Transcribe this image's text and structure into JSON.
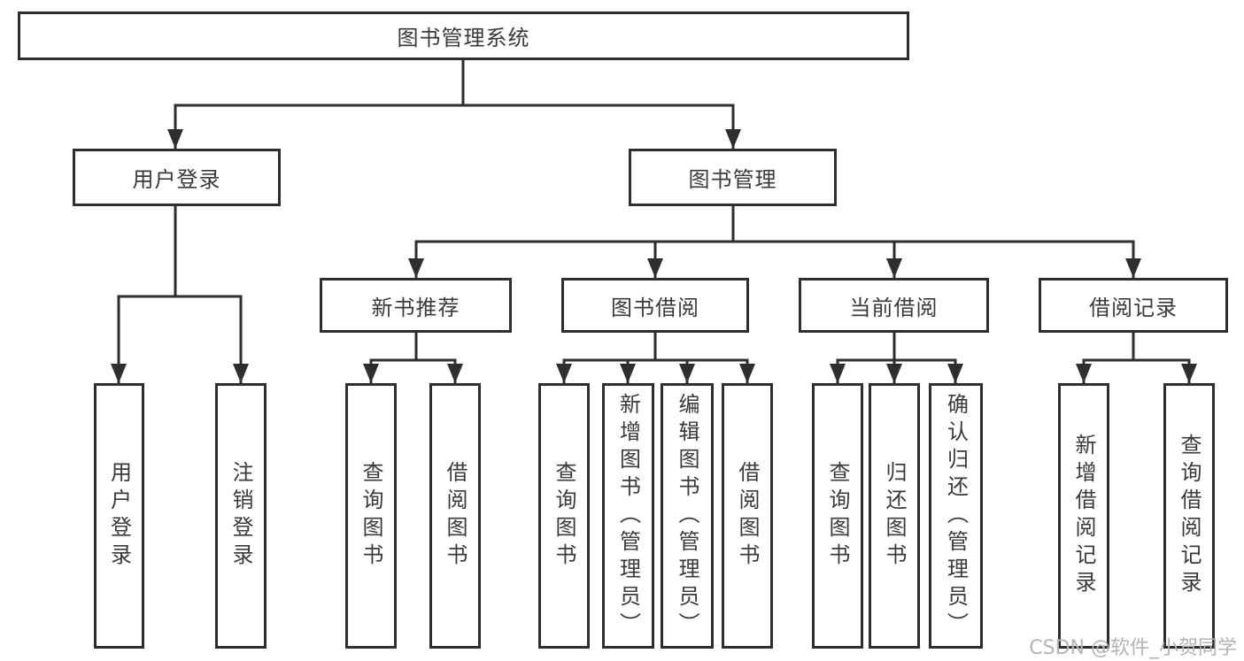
{
  "diagram": {
    "root": "图书管理系统",
    "user": {
      "label": "用户登录",
      "children": [
        "用户登录",
        "注销登录"
      ]
    },
    "book": {
      "label": "图书管理"
    },
    "sections": [
      {
        "label": "新书推荐",
        "children": [
          "查询图书",
          "借阅图书"
        ]
      },
      {
        "label": "图书借阅",
        "children": [
          "查询图书",
          "新增图书（管理员）",
          "编辑图书（管理员）",
          "借阅图书"
        ]
      },
      {
        "label": "当前借阅",
        "children": [
          "查询图书",
          "归还图书",
          "确认归还（管理员）"
        ]
      },
      {
        "label": "借阅记录",
        "children": [
          "新增借阅记录",
          "查询借阅记录"
        ]
      }
    ]
  },
  "watermark": {
    "text": "CSDN @软件_小贺同学"
  },
  "colors": {
    "line": "#2e2e2e",
    "border": "#2e2e2e",
    "text": "#3a3a3a",
    "watermark": "#b4b4b8",
    "background": "#ffffff"
  }
}
